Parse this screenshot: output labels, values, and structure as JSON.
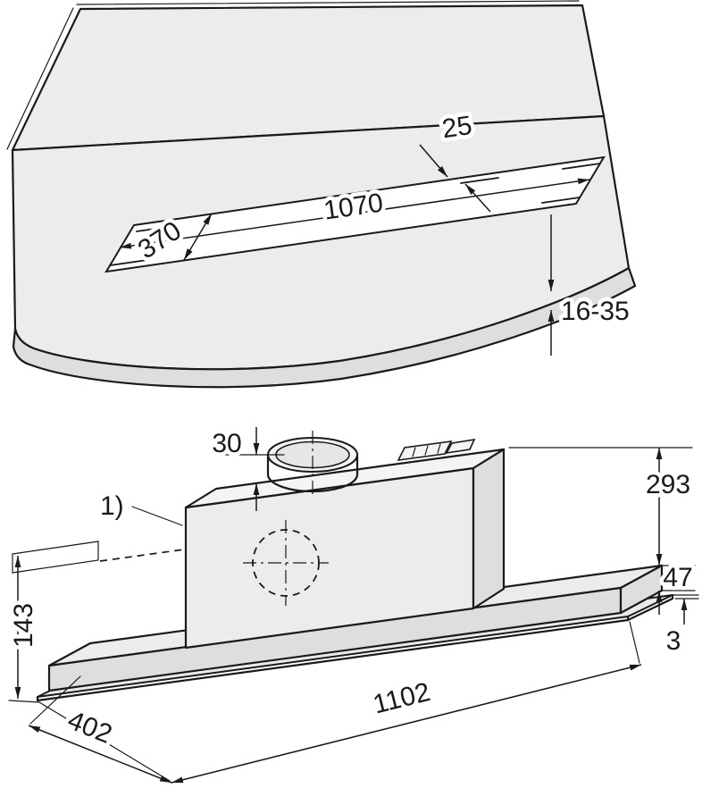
{
  "figure": {
    "worktop_view": {
      "dims": {
        "edge_clearance": "25",
        "cutout_length": "1070",
        "cutout_depth": "370",
        "panel_thickness": "16-35"
      }
    },
    "hood_view": {
      "dims": {
        "duct_collar_height": "30",
        "housing_height": "293",
        "recess_height": "143",
        "frame_height": "47",
        "flange_thickness": "3",
        "unit_length": "1102",
        "unit_depth": "402"
      },
      "footnote_marker": "1)"
    },
    "colors": {
      "line": "#1a1a1a",
      "surface_light": "#f4f4f4",
      "surface_mid": "#ececec",
      "surface_dark": "#dedede",
      "background": "#ffffff"
    }
  }
}
